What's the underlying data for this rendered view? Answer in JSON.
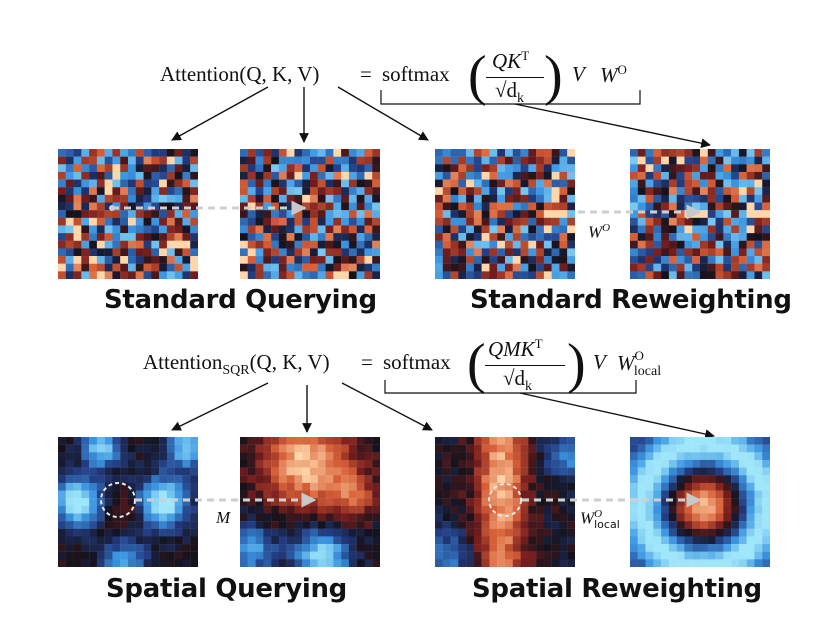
{
  "formula_top": {
    "lhs": "Attention(Q, K, V)",
    "equals": "=",
    "softmax": "softmax",
    "numerator": "QK",
    "numerator_sup": "T",
    "denominator": "√d",
    "denominator_sub": "k",
    "tail_v": "V",
    "tail_w": "W",
    "tail_w_sup": "O"
  },
  "formula_bottom": {
    "lhs_main": "Attention",
    "lhs_sub": "SQR",
    "lhs_args": "(Q, K, V)",
    "equals": "=",
    "softmax": "softmax",
    "numerator": "QMK",
    "numerator_sup": "T",
    "denominator": "√d",
    "denominator_sub": "k",
    "tail_v": "V",
    "tail_w": "W",
    "tail_w_sup": "O",
    "tail_w_sub": "local"
  },
  "labels": {
    "standard_querying": "Standard Querying",
    "standard_reweighting": "Standard Reweighting",
    "spatial_querying": "Spatial Querying",
    "spatial_reweighting": "Spatial Reweighting"
  },
  "operators": {
    "wo_main": "W",
    "wo_sup": "O",
    "m": "M",
    "wlocal_main": "W",
    "wlocal_sup": "O",
    "wlocal_sub": "local"
  },
  "colors": {
    "cold": "#3aa0e6",
    "dark": "#14121c",
    "hot": "#f07a3a",
    "arrow": "#111111",
    "dashed_arrow": "#c8c8c8"
  }
}
